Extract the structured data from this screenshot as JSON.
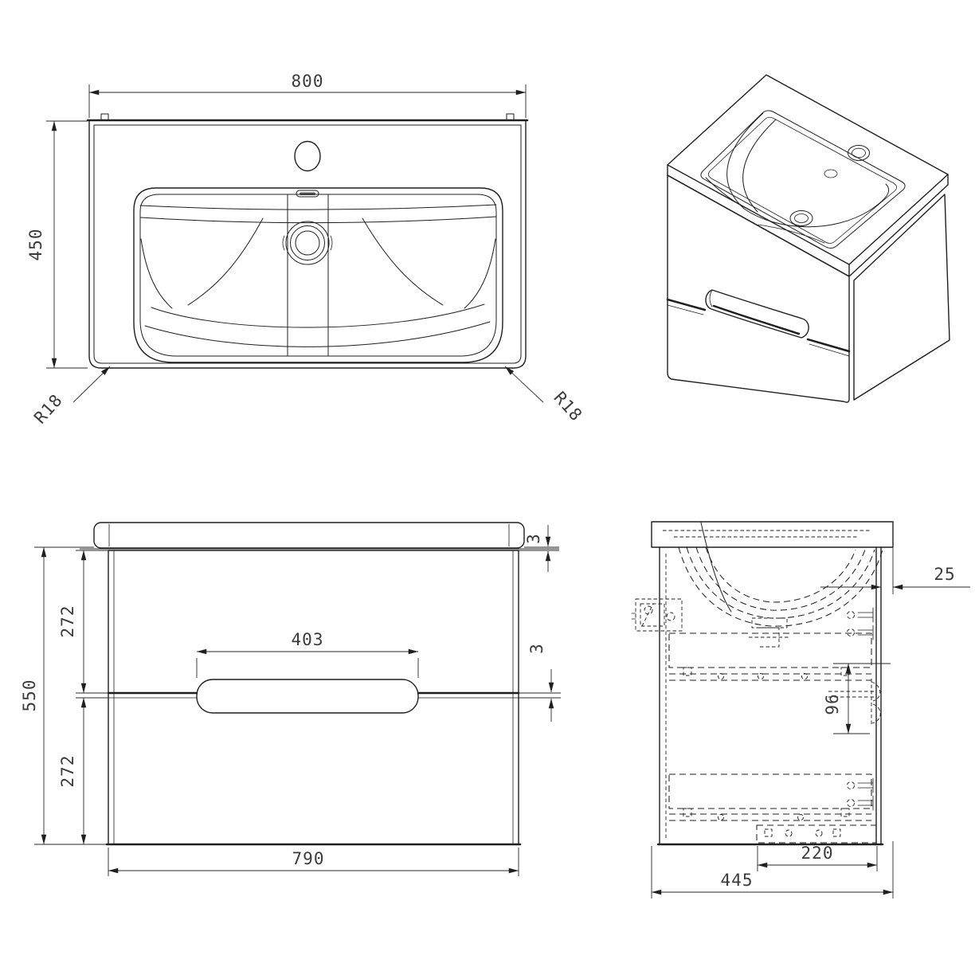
{
  "colors": {
    "background": "#ffffff",
    "ink": "#1f1f1f",
    "dim_text": "#3b3b3b"
  },
  "views": {
    "top_view": {
      "dims": {
        "width": "800",
        "depth": "450",
        "corner_radius_left": "R18",
        "corner_radius_right": "R18"
      }
    },
    "isometric_view": {},
    "front_view": {
      "dims": {
        "height_total": "550",
        "drawer_upper": "272",
        "drawer_lower": "272",
        "handle_width": "403",
        "width_cabinet": "790",
        "gap_top": "3",
        "gap_middle": "3"
      }
    },
    "side_view": {
      "dims": {
        "top_overhang": "25",
        "handle_recess_height": "96",
        "trap_width": "220",
        "depth_total": "445"
      }
    }
  }
}
